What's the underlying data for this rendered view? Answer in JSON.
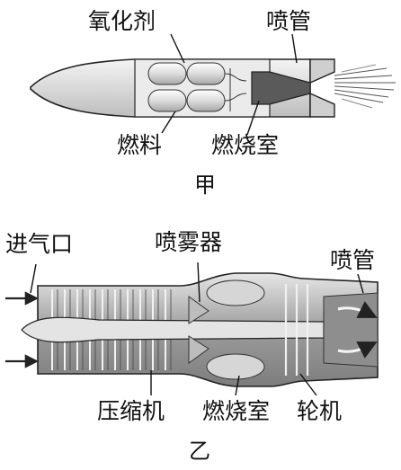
{
  "diagram_a": {
    "labels": {
      "oxidizer": "氧化剂",
      "nozzle": "喷管",
      "fuel": "燃料",
      "combustion_chamber": "燃烧室"
    },
    "caption": "甲"
  },
  "diagram_b": {
    "labels": {
      "air_intake": "进气口",
      "fuel_injector": "喷雾器",
      "nozzle": "喷管",
      "compressor": "压缩机",
      "combustion_chamber": "燃烧室",
      "turbine": "轮机"
    },
    "caption": "乙"
  }
}
